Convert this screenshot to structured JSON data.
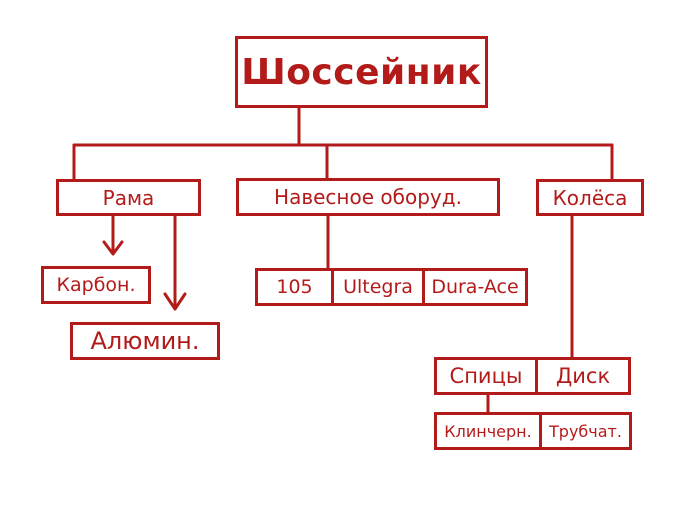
{
  "root": {
    "label": "Шоссейник"
  },
  "frame": {
    "label": "Рама",
    "children": [
      "Карбон.",
      "Алюмин."
    ]
  },
  "components": {
    "label": "Навесное оборуд.",
    "children": [
      "105",
      "Ultegra",
      "Dura-Ace"
    ]
  },
  "wheels": {
    "label": "Колёса",
    "rim_types": [
      "Спицы",
      "Диск"
    ],
    "tire_types": [
      "Клинчерн.",
      "Трубчат."
    ]
  },
  "colors": {
    "ink": "#b31b1b",
    "background": "#ffffff"
  }
}
